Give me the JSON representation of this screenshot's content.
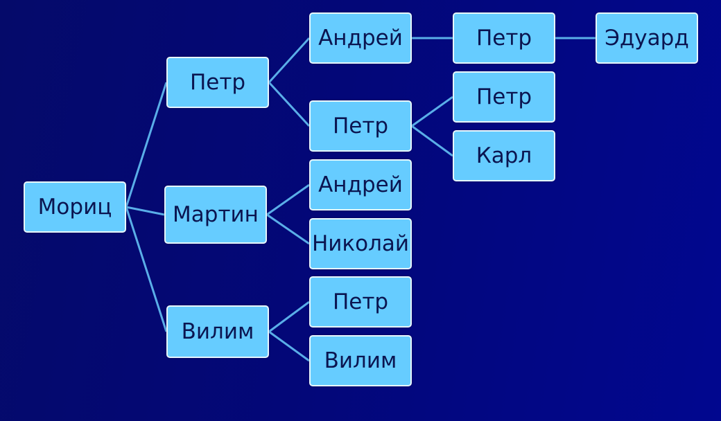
{
  "tree": {
    "nodes": [
      {
        "id": "moric",
        "label": "Мориц"
      },
      {
        "id": "petr1",
        "label": "Петр"
      },
      {
        "id": "martin",
        "label": "Мартин"
      },
      {
        "id": "vilim1",
        "label": "Вилим"
      },
      {
        "id": "andrey1",
        "label": "Андрей"
      },
      {
        "id": "petr2",
        "label": "Петр"
      },
      {
        "id": "andrey2",
        "label": "Андрей"
      },
      {
        "id": "nikolay",
        "label": "Николай"
      },
      {
        "id": "petr3",
        "label": "Петр"
      },
      {
        "id": "vilim2",
        "label": "Вилим"
      },
      {
        "id": "petr4",
        "label": "Петр"
      },
      {
        "id": "petr5",
        "label": "Петр"
      },
      {
        "id": "karl",
        "label": "Карл"
      },
      {
        "id": "eduard",
        "label": "Эдуард"
      }
    ],
    "edges": [
      [
        "moric",
        "petr1"
      ],
      [
        "moric",
        "martin"
      ],
      [
        "moric",
        "vilim1"
      ],
      [
        "petr1",
        "andrey1"
      ],
      [
        "petr1",
        "petr2"
      ],
      [
        "martin",
        "andrey2"
      ],
      [
        "martin",
        "nikolay"
      ],
      [
        "vilim1",
        "petr3"
      ],
      [
        "vilim1",
        "vilim2"
      ],
      [
        "andrey1",
        "petr4"
      ],
      [
        "petr4",
        "eduard"
      ],
      [
        "petr2",
        "petr5"
      ],
      [
        "petr2",
        "karl"
      ]
    ],
    "colors": {
      "node_fill": "#66ccff",
      "node_border": "#e8f6ff",
      "edge": "#5aaee8",
      "text": "#0b1550"
    }
  }
}
